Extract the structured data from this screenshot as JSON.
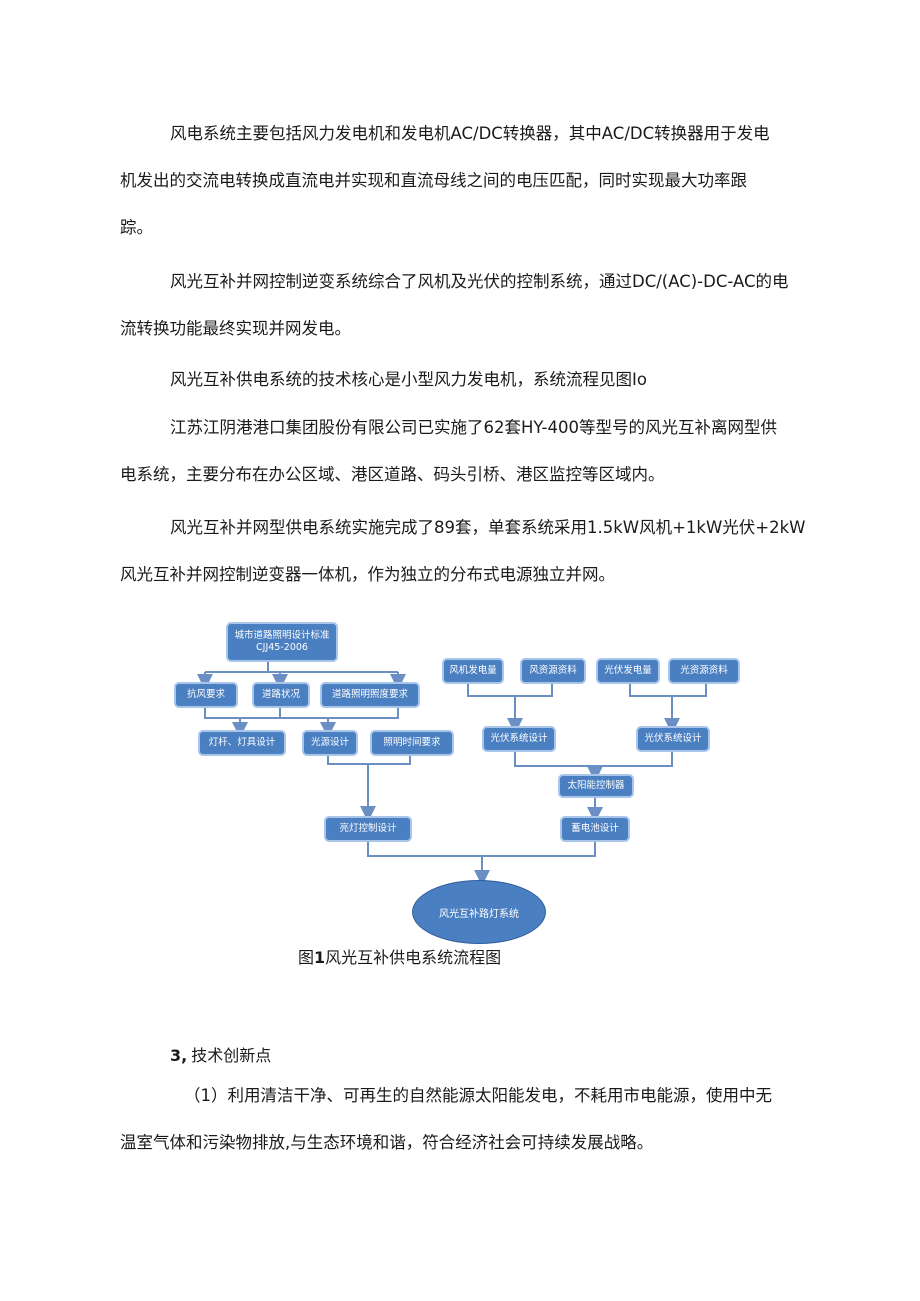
{
  "paragraphs": [
    {
      "lines": [
        "风电系统主要包括风力发电机和发电机AC/DC转换器，其中AC/DC转换器用于发电",
        "机发出的交流电转换成直流电并实现和直流母线之间的电压匹配，同时实现最大功率跟",
        "踪。"
      ]
    },
    {
      "lines": [
        "风光互补并网控制逆变系统综合了风机及光伏的控制系统，通过DC/(AC)-DC-AC的电",
        "流转换功能最终实现并网发电。"
      ]
    },
    {
      "lines": [
        "风光互补供电系统的技术核心是小型风力发电机，系统流程见图Io"
      ]
    },
    {
      "lines": [
        "江苏江阴港港口集团股份有限公司已实施了62套HY-400等型号的风光互补离网型供",
        "电系统，主要分布在办公区域、港区道路、码头引桥、港区监控等区域内。"
      ]
    },
    {
      "lines": [
        "风光互补并网型供电系统实施完成了89套，单套系统采用1.5kW风机+1kW光伏+2kW",
        "风光互补并网控制逆变器一体机，作为独立的分布式电源独立并网。"
      ]
    }
  ],
  "figure": {
    "boxes": {
      "standard": "城市道路照明设计标准CJJ45-2006",
      "wind_req": "抗风要求",
      "road_cond": "道路状况",
      "illum_req": "道路照明照度要求",
      "pole_design": "灯杆、灯具设计",
      "light_source": "光源设计",
      "light_time": "照明时间要求",
      "wind_power": "风机发电量",
      "wind_data": "风资源资料",
      "pv_power": "光伏发电量",
      "light_data": "光资源资料",
      "pv_design_left": "光伏系统设计",
      "pv_design_right": "光伏系统设计",
      "solar_controller": "太阳能控制器",
      "lamp_control": "亮灯控制设计",
      "battery_design": "蓄电池设计",
      "system": "风光互补路灯系统"
    },
    "caption_prefix": "图",
    "caption_num": "1",
    "caption_text": "风光互补供电系统流程图"
  },
  "section": {
    "number": "3,",
    "title": "技术创新点"
  },
  "final_paragraph": {
    "lines": [
      "（1）利用清洁干净、可再生的自然能源太阳能发电，不耗用市电能源，使用中无",
      "温室气体和污染物排放,与生态环境和谐，符合经济社会可持续发展战略。"
    ]
  },
  "colors": {
    "box_fill": "#4a7fc1",
    "box_border": "#a9c6ea",
    "arrow": "#6b8fc4"
  }
}
